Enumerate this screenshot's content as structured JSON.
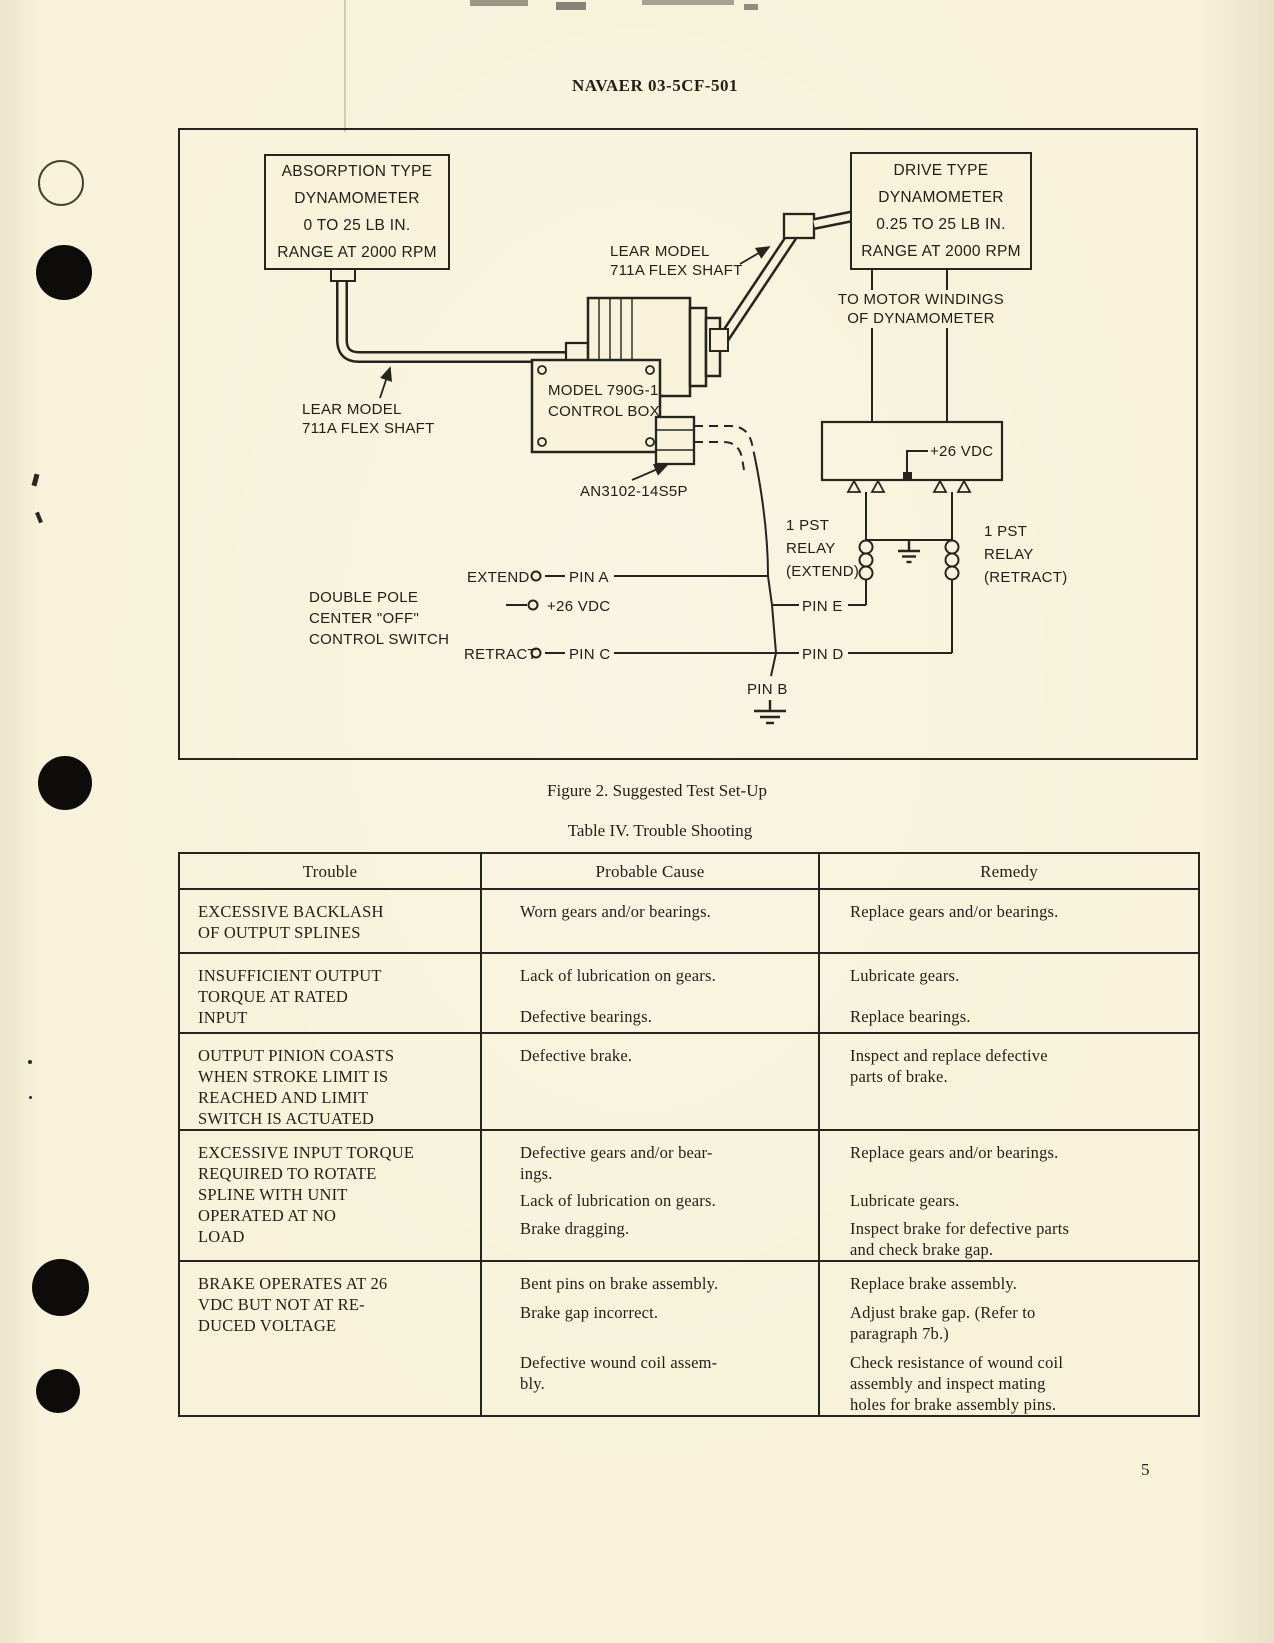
{
  "header": {
    "doc_number": "NAVAER 03-5CF-501"
  },
  "figure": {
    "caption": "Figure 2.  Suggested Test Set-Up",
    "labels": {
      "absorption_dyno": "ABSORPTION TYPE\nDYNAMOMETER\n0 TO 25 LB IN.\nRANGE AT 2000 RPM",
      "drive_dyno": "DRIVE TYPE\nDYNAMOMETER\n0.25 TO 25 LB IN.\nRANGE AT 2000 RPM",
      "flex_shaft_top": "LEAR MODEL\n711A FLEX SHAFT",
      "flex_shaft_left": "LEAR MODEL\n711A FLEX SHAFT",
      "control_box": "MODEL 790G-1\nCONTROL BOX",
      "connector": "AN3102-14S5P",
      "motor_windings": "TO MOTOR WINDINGS\nOF DYNAMOMETER",
      "vdc_supply": "+26 VDC",
      "relay_extend": "1 PST\nRELAY\n(EXTEND)",
      "relay_retract": "1 PST\nRELAY\n(RETRACT)",
      "control_switch": "DOUBLE POLE\nCENTER \"OFF\"\nCONTROL SWITCH",
      "extend": "EXTEND",
      "pin_a": "PIN A",
      "vdc_switch": "+26 VDC",
      "retract": "RETRACT",
      "pin_c": "PIN C",
      "pin_e": "PIN E",
      "pin_d": "PIN D",
      "pin_b": "PIN B"
    }
  },
  "table": {
    "caption": "Table IV.  Trouble Shooting",
    "headers": [
      "Trouble",
      "Probable Cause",
      "Remedy"
    ],
    "rows": [
      {
        "trouble": "EXCESSIVE BACKLASH\nOF OUTPUT SPLINES",
        "causes": [
          "Worn gears and/or bearings."
        ],
        "remedies": [
          "Replace gears and/or bearings."
        ]
      },
      {
        "trouble": "INSUFFICIENT OUTPUT\nTORQUE AT RATED\nINPUT",
        "causes": [
          "Lack of lubrication on gears.",
          "Defective bearings."
        ],
        "remedies": [
          "Lubricate gears.",
          "Replace bearings."
        ]
      },
      {
        "trouble": "OUTPUT PINION COASTS\nWHEN STROKE LIMIT IS\nREACHED AND LIMIT\nSWITCH IS ACTUATED",
        "causes": [
          "Defective brake."
        ],
        "remedies": [
          "Inspect and replace defective\nparts of brake."
        ]
      },
      {
        "trouble": "EXCESSIVE INPUT TORQUE\nREQUIRED TO ROTATE\nSPLINE WITH UNIT\nOPERATED AT NO\nLOAD",
        "causes": [
          "Defective gears and/or bear-\nings.",
          "Lack of lubrication on gears.",
          "Brake dragging."
        ],
        "remedies": [
          "Replace gears and/or bearings.",
          "Lubricate gears.",
          "Inspect brake for defective parts\nand check brake gap."
        ]
      },
      {
        "trouble": "BRAKE OPERATES AT 26\nVDC BUT NOT AT RE-\nDUCED VOLTAGE",
        "causes": [
          "Bent pins on brake assembly.",
          "Brake gap incorrect.",
          "Defective wound coil assem-\nbly."
        ],
        "remedies": [
          "Replace brake assembly.",
          "Adjust brake gap.  (Refer to\nparagraph 7b.)",
          "Check resistance of wound coil\nassembly and inspect mating\nholes for brake assembly pins."
        ]
      }
    ]
  },
  "footer": {
    "page_number": "5"
  }
}
